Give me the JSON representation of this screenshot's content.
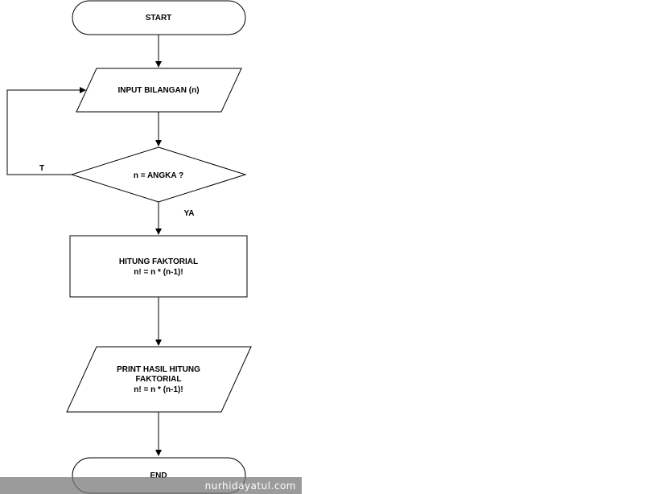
{
  "flowchart": {
    "start": "START",
    "input": "INPUT BILANGAN (n)",
    "decision": "n = ANGKA ?",
    "no_label": "T",
    "yes_label": "YA",
    "process": {
      "line1": "HITUNG FAKTORIAL",
      "line2": "n! = n * (n-1)!"
    },
    "output": {
      "line1": "PRINT HASIL HITUNG",
      "line2": "FAKTORIAL",
      "line3": "n! = n * (n-1)!"
    },
    "end": "END"
  },
  "watermark": "nurhidayatul.com"
}
